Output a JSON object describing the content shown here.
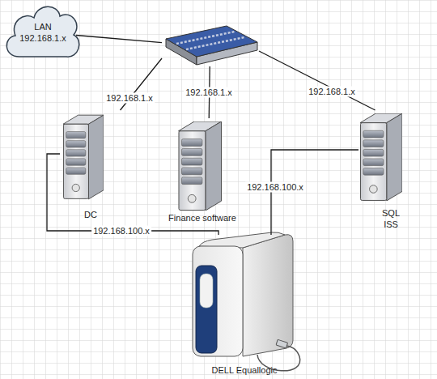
{
  "diagram": {
    "nodes": [
      {
        "text": [
          "LAN",
          "192.168.1.x"
        ]
      },
      {
        "text": []
      },
      {
        "text": [
          "DC"
        ]
      },
      {
        "text": [
          "Finance software"
        ]
      },
      {
        "text": [
          "SQL ISS"
        ]
      },
      {
        "text": [
          "DELL Equallogic"
        ]
      }
    ],
    "edges": [
      {
        "from": 0,
        "to": 1,
        "arrow": "none"
      },
      {
        "from": 1,
        "to": 2,
        "label": "192.168.1.x",
        "arrow": "none"
      },
      {
        "from": 1,
        "to": 3,
        "label": "192.168.1.x",
        "arrow": "none"
      },
      {
        "from": 1,
        "to": 4,
        "label": "192.168.1.x",
        "arrow": "none"
      },
      {
        "from": 2,
        "to": 5,
        "label": "192.168.100.x",
        "arrow": "none"
      },
      {
        "from": 4,
        "to": 5,
        "label": "192.168.100.x",
        "arrow": "none"
      }
    ]
  }
}
